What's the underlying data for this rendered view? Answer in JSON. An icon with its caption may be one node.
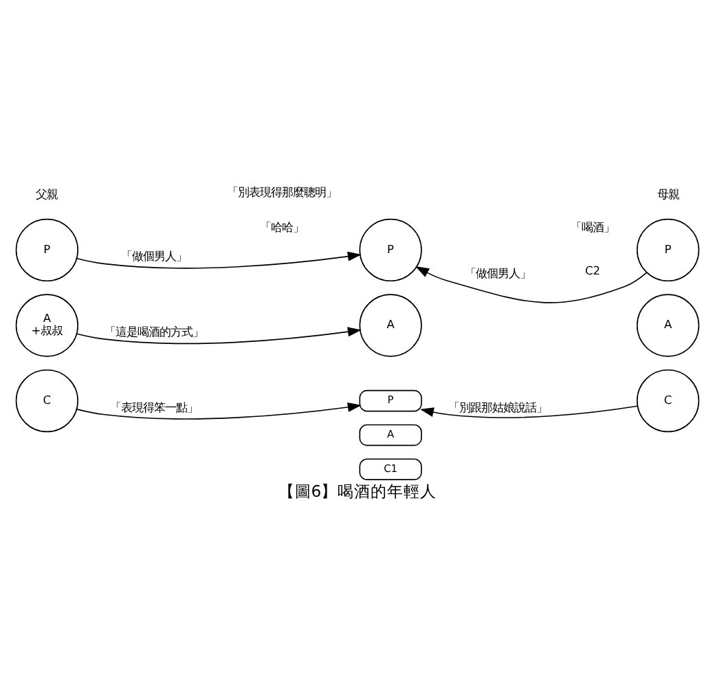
{
  "diagram": {
    "caption": "【圖6】喝酒的年輕人",
    "nodes": [
      {
        "text": [
          "P"
        ]
      },
      {
        "text": [
          "A",
          "+叔叔"
        ]
      },
      {
        "text": [
          "C"
        ]
      },
      {
        "text": [
          "P"
        ]
      },
      {
        "text": [
          "A"
        ]
      },
      {
        "text": [
          "P"
        ]
      },
      {
        "text": [
          "A"
        ]
      },
      {
        "text": [
          "C1"
        ]
      },
      {
        "text": [
          "P"
        ]
      },
      {
        "text": [
          "A"
        ]
      },
      {
        "text": [
          "C"
        ]
      }
    ],
    "edges": [
      {
        "from": 0,
        "to": 3,
        "arrow": "to",
        "label": "「做個男人」"
      },
      {
        "from": 8,
        "to": 3,
        "arrow": "to",
        "label": "「做個男人」"
      },
      {
        "from": 1,
        "to": 4,
        "arrow": "to",
        "label": "「這是喝酒的方式」"
      },
      {
        "from": 2,
        "to": 5,
        "arrow": "to",
        "label": "「表現得笨一點」"
      },
      {
        "from": 10,
        "to": 5,
        "arrow": "to",
        "label": "「別跟那姑娘說話」"
      }
    ],
    "labels": [
      "父親",
      "母親",
      "「別表現得那麼聰明」",
      "「哈哈」",
      "C2",
      "「喝酒」"
    ]
  }
}
